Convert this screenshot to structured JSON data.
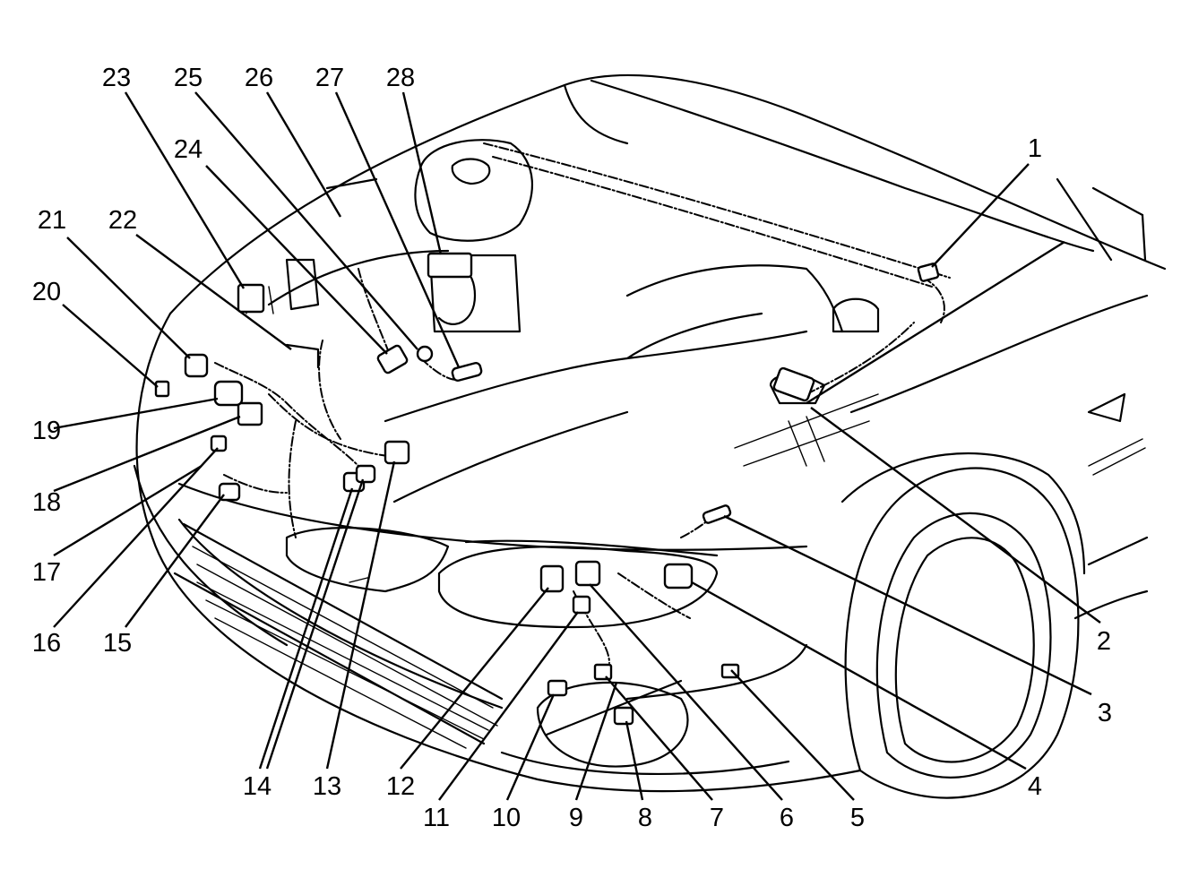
{
  "callouts": [
    {
      "id": 1,
      "label": "1"
    },
    {
      "id": 2,
      "label": "2"
    },
    {
      "id": 3,
      "label": "3"
    },
    {
      "id": 4,
      "label": "4"
    },
    {
      "id": 5,
      "label": "5"
    },
    {
      "id": 6,
      "label": "6"
    },
    {
      "id": 7,
      "label": "7"
    },
    {
      "id": 8,
      "label": "8"
    },
    {
      "id": 9,
      "label": "9"
    },
    {
      "id": 10,
      "label": "10"
    },
    {
      "id": 11,
      "label": "11"
    },
    {
      "id": 12,
      "label": "12"
    },
    {
      "id": 13,
      "label": "13"
    },
    {
      "id": 14,
      "label": "14"
    },
    {
      "id": 15,
      "label": "15"
    },
    {
      "id": 16,
      "label": "16"
    },
    {
      "id": 17,
      "label": "17"
    },
    {
      "id": 18,
      "label": "18"
    },
    {
      "id": 19,
      "label": "19"
    },
    {
      "id": 20,
      "label": "20"
    },
    {
      "id": 21,
      "label": "21"
    },
    {
      "id": 22,
      "label": "22"
    },
    {
      "id": 23,
      "label": "23"
    },
    {
      "id": 24,
      "label": "24"
    },
    {
      "id": 25,
      "label": "25"
    },
    {
      "id": 26,
      "label": "26"
    },
    {
      "id": 27,
      "label": "27"
    },
    {
      "id": 28,
      "label": "28"
    }
  ],
  "colors": {
    "line": "#000000",
    "background": "#ffffff"
  }
}
